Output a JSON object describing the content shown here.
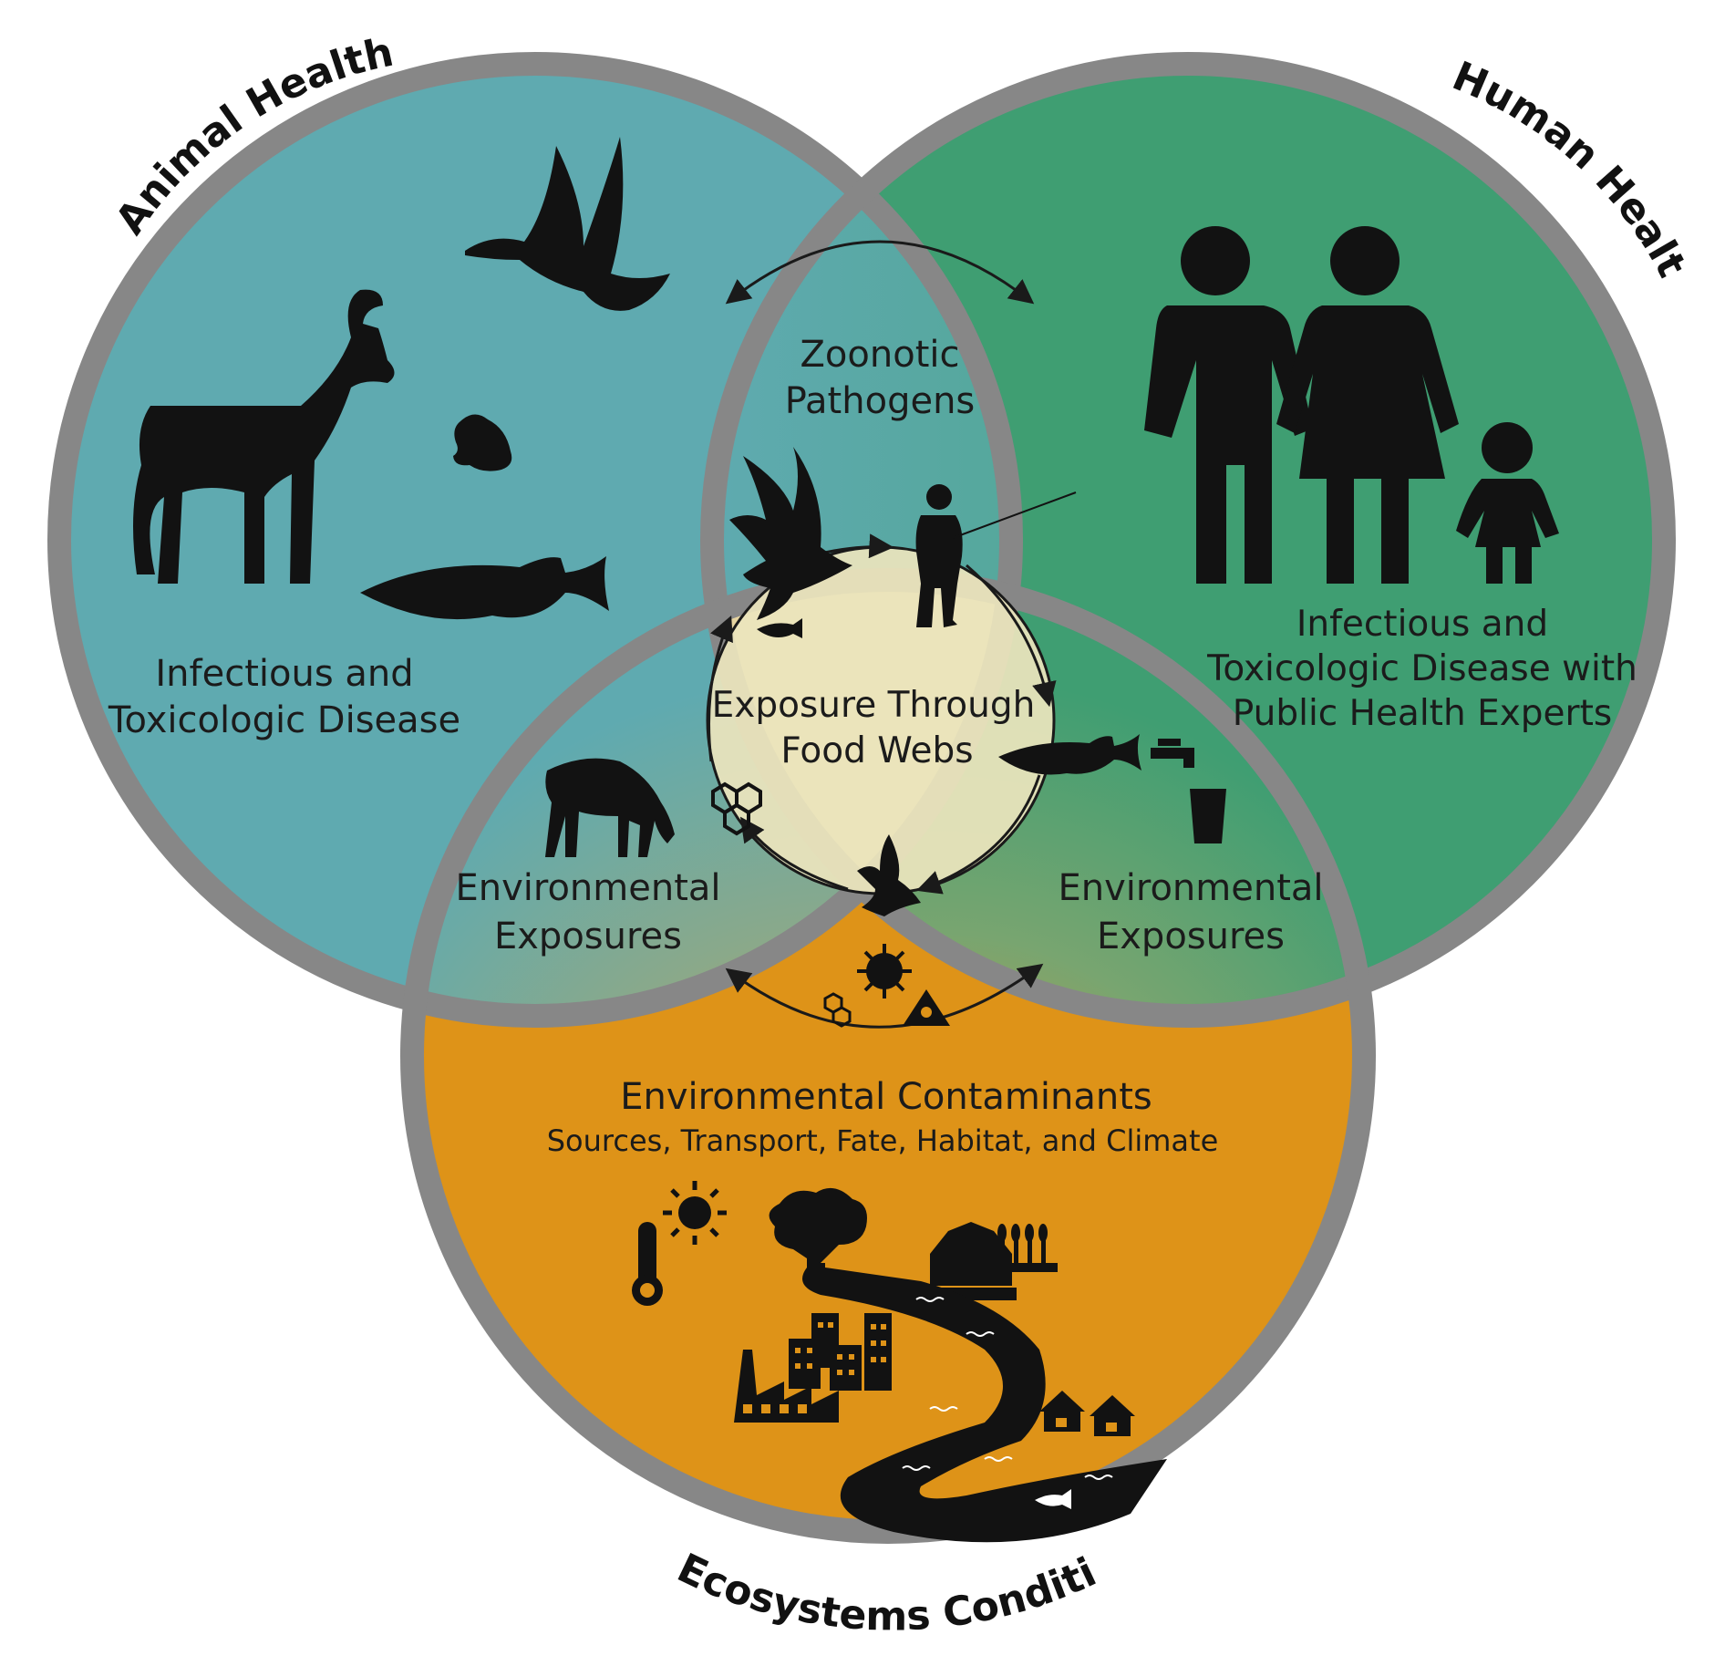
{
  "titles": {
    "animal": "Animal Health",
    "human": "Human Health",
    "ecosystem": "Ecosystems Conditions"
  },
  "labels": {
    "animal_disease_1": "Infectious and",
    "animal_disease_2": "Toxicologic Disease",
    "zoonotic_1": "Zoonotic",
    "zoonotic_2": "Pathogens",
    "human_disease_1": "Infectious and",
    "human_disease_2": "Toxicologic Disease with",
    "human_disease_3": "Public Health Experts",
    "foodweb_1": "Exposure Through",
    "foodweb_2": "Food Webs",
    "env_left_1": "Environmental",
    "env_left_2": "Exposures",
    "env_right_1": "Environmental",
    "env_right_2": "Exposures",
    "contaminants": "Environmental Contaminants",
    "contaminants_sub": "Sources, Transport, Fate, Habitat, and Climate"
  },
  "colors": {
    "animal": "#5faab0",
    "human": "#3f9e72",
    "ecosystem": "#de9318",
    "ring": "#878787",
    "center": "#ece5bd"
  },
  "icons": [
    "bird-icon",
    "pronghorn-icon",
    "frog-icon",
    "salmon-icon",
    "family-icon",
    "eagle-icon",
    "fisherman-icon",
    "deer-icon",
    "molecule-icon",
    "faucet-glass-icon",
    "virus-icon",
    "radiation-icon",
    "thermometer-icon",
    "sun-icon",
    "tree-icon",
    "barn-icon",
    "crops-icon",
    "factory-icon",
    "city-icon",
    "houses-icon",
    "river-icon"
  ]
}
